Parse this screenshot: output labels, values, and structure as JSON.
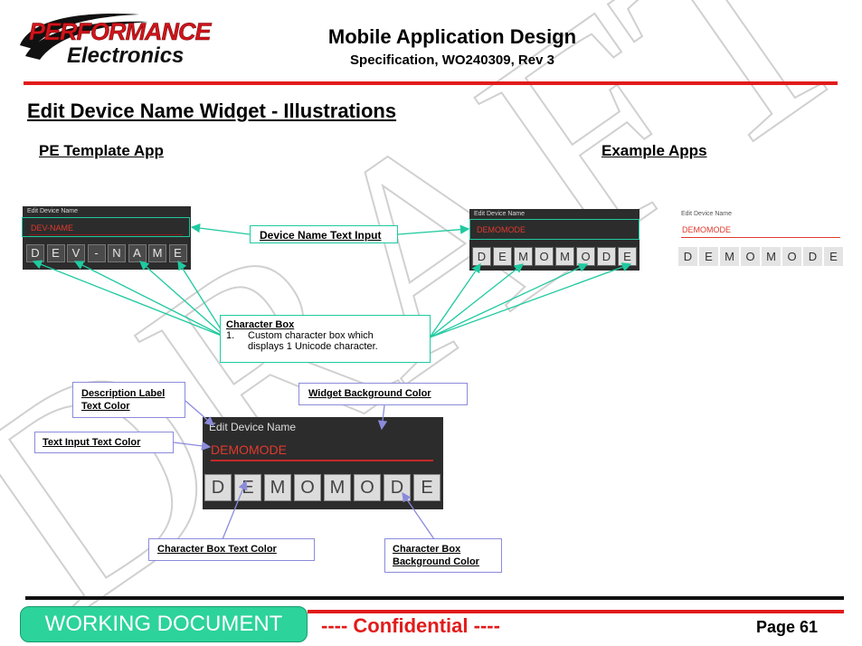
{
  "header": {
    "logo_line1": "PERFORMANCE",
    "logo_line2": "Electronics",
    "title": "Mobile Application Design",
    "subtitle": "Specification, WO240309, Rev 3"
  },
  "watermark": "DRAFT",
  "section_title": "Edit Device Name Widget - Illustrations",
  "pe_template": {
    "heading": "PE Template App",
    "label": "Edit Device Name",
    "input_value": "DEV-NAME",
    "chars": [
      "D",
      "E",
      "V",
      "-",
      "N",
      "A",
      "M",
      "E"
    ]
  },
  "examples": {
    "heading": "Example Apps",
    "dark": {
      "label": "Edit Device Name",
      "input_value": "DEMOMODE",
      "chars": [
        "D",
        "E",
        "M",
        "O",
        "M",
        "O",
        "D",
        "E"
      ]
    },
    "light": {
      "label": "Edit Device Name",
      "input_value": "DEMOMODE",
      "chars": [
        "D",
        "E",
        "M",
        "O",
        "M",
        "O",
        "D",
        "E"
      ]
    }
  },
  "large_widget": {
    "label": "Edit Device Name",
    "input_value": "DEMOMODE",
    "chars": [
      "D",
      "E",
      "M",
      "O",
      "M",
      "O",
      "D",
      "E"
    ]
  },
  "callouts": {
    "device_name_input": "Device Name Text Input",
    "character_box_title": "Character Box",
    "character_box_num": "1.",
    "character_box_line1": "Custom character box which",
    "character_box_line2": "displays 1 Unicode character.",
    "description_label_1": "Description Label",
    "description_label_2": "Text Color",
    "widget_bg": "Widget Background Color",
    "text_input_color": "Text Input Text Color",
    "char_box_text_color": "Character Box Text Color",
    "char_box_bg_1": "Character Box",
    "char_box_bg_2": "Background Color"
  },
  "footer": {
    "working": "WORKING DOCUMENT",
    "confidential": "---- Confidential ----",
    "page": "Page 61"
  },
  "colors": {
    "accent_red": "#e21b1b",
    "teal": "#1fcaa0",
    "purple": "#8b8bdc",
    "widget_bg": "#2c2c2c",
    "working_green": "#2cd39a"
  }
}
